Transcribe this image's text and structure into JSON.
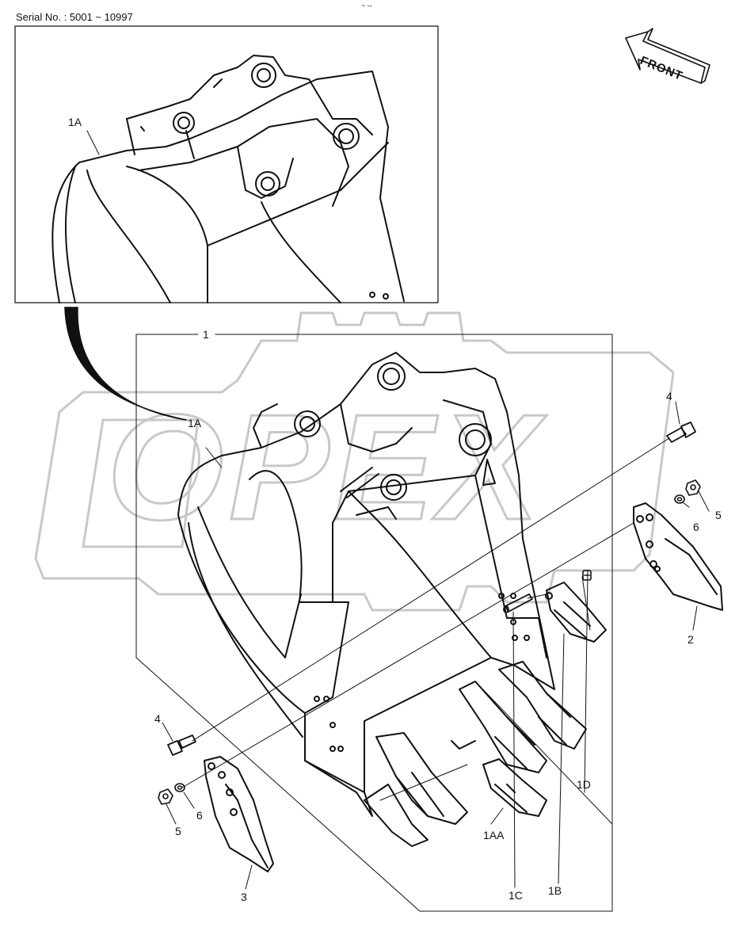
{
  "header": {
    "serial": "Serial No. : 5001 ~ 10997",
    "page_mark": "~ --"
  },
  "front_arrow": {
    "label": "FRONT"
  },
  "callouts": {
    "l1A_inset": "1A",
    "l1": "1",
    "l1A_main": "1A",
    "l4_right": "4",
    "l6_right": "6",
    "l5_right": "5",
    "l2": "2",
    "l4_left": "4",
    "l5_left": "5",
    "l6_left": "6",
    "l3": "3",
    "l1AA": "1AA",
    "l1D": "1D",
    "l1C": "1C",
    "l1B": "1B"
  },
  "watermark": {
    "text": "OPEX",
    "color": "#c8c8c8"
  },
  "colors": {
    "line": "#111111",
    "background": "#ffffff"
  }
}
